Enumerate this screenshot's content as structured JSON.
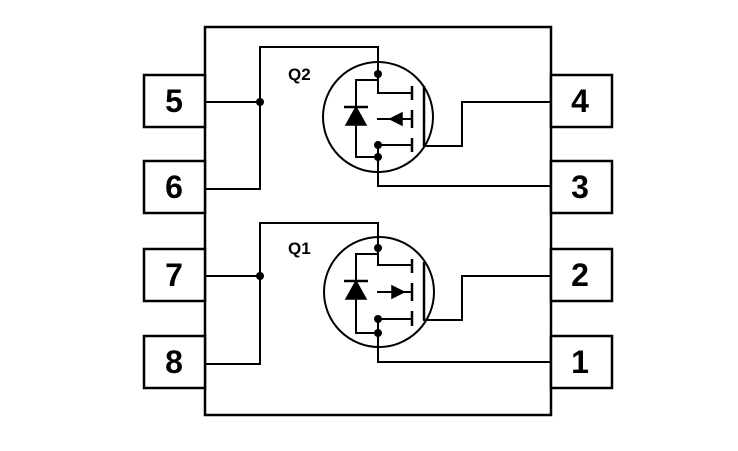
{
  "package": {
    "left_pins": [
      {
        "number": "5"
      },
      {
        "number": "6"
      },
      {
        "number": "7"
      },
      {
        "number": "8"
      }
    ],
    "right_pins": [
      {
        "number": "4"
      },
      {
        "number": "3"
      },
      {
        "number": "2"
      },
      {
        "number": "1"
      }
    ]
  },
  "transistors": {
    "top": {
      "label": "Q2"
    },
    "bottom": {
      "label": "Q1"
    }
  },
  "colors": {
    "ink": "#000000",
    "background": "#ffffff"
  }
}
